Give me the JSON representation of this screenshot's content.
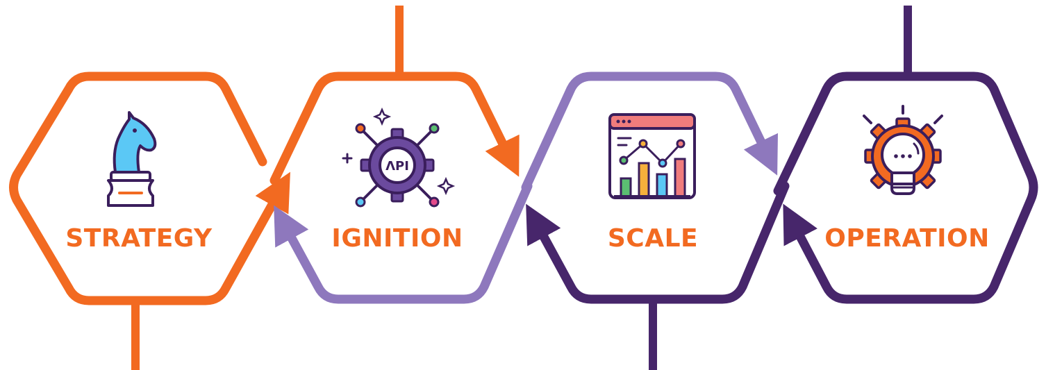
{
  "stages": [
    {
      "label": "STRATEGY",
      "icon": "chess-knight-icon"
    },
    {
      "label": "IGNITION",
      "icon": "api-gear-icon"
    },
    {
      "label": "SCALE",
      "icon": "analytics-dashboard-icon"
    },
    {
      "label": "OPERATION",
      "icon": "lightbulb-gear-icon"
    }
  ],
  "colors": {
    "orange": "#F26A21",
    "lavender": "#8E78BD",
    "purple": "#47266B",
    "label": "#F26A21"
  }
}
